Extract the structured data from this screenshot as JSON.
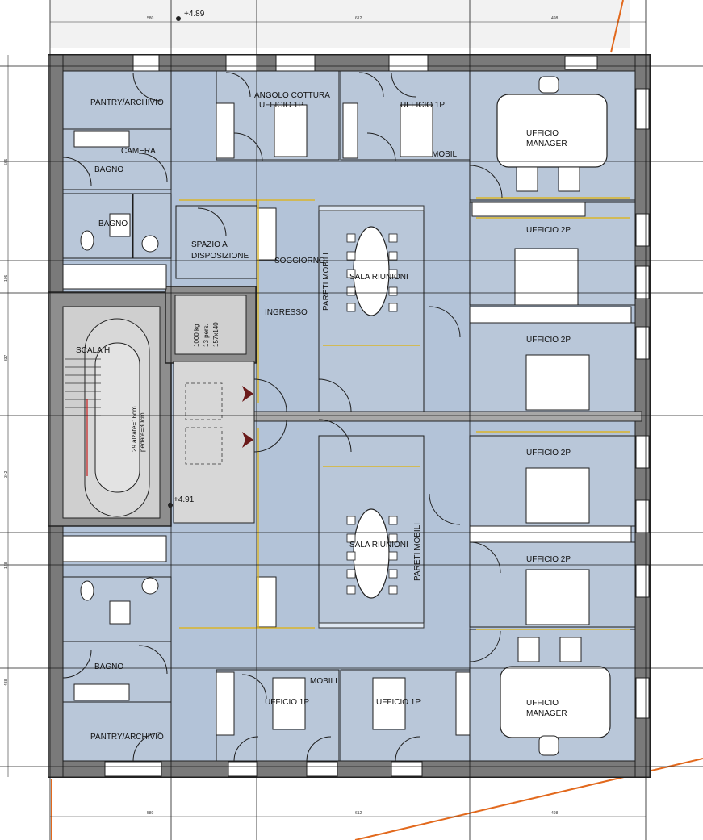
{
  "levels": {
    "top": "+4.89",
    "landing": "+4.91"
  },
  "dimensions": {
    "top": [
      "580",
      "612",
      "498"
    ],
    "bottom": [
      "580",
      "612",
      "498"
    ],
    "left": [
      "565",
      "105",
      "337",
      "342",
      "178",
      "488"
    ]
  },
  "rooms": {
    "pantry_top": "PANTRY/ARCHIVIO",
    "camera": "CAMERA",
    "bagno_top": "BAGNO",
    "bagno_small": "BAGNO",
    "spazio_1": "SPAZIO A",
    "spazio_2": "DISPOSIZIONE",
    "angolo_1": "ANGOLO COTTURA",
    "ufficio1p_top_a": "UFFICIO 1P",
    "ufficio1p_top_b": "UFFICIO 1P",
    "mobili_top": "MOBILI",
    "manager_top_1": "UFFICIO",
    "manager_top_2": "MANAGER",
    "soggiorno": "SOGGIORNO",
    "ingresso": "INGRESSO",
    "pareti_mobili_1": "PARETI MOBILI",
    "sala_riunioni_1": "SALA RIUNIONI",
    "ufficio2p_1": "UFFICIO 2P",
    "ufficio2p_2": "UFFICIO 2P",
    "scala": "SCALA H",
    "stairs_1": "29 alzate=16cm",
    "stairs_2": "pedate=30cm",
    "lift_1": "1000 kg",
    "lift_2": "13 pers.",
    "lift_3": "157x140",
    "ufficio2p_3": "UFFICIO 2P",
    "sala_riunioni_2": "SALA RIUNIONI",
    "pareti_mobili_2": "PARETI MOBILI",
    "ufficio2p_4": "UFFICIO 2P",
    "bagno_bottom": "BAGNO",
    "pantry_bottom": "PANTRY/ARCHIVIO",
    "mobili_bottom": "MOBILI",
    "ufficio1p_bottom_a": "UFFICIO 1P",
    "ufficio1p_bottom_b": "UFFICIO 1P",
    "manager_bottom_1": "UFFICIO",
    "manager_bottom_2": "MANAGER"
  },
  "colors": {
    "room_fill": "#b9c7d9",
    "wall": "#7a7a7a",
    "orange_line": "#e2691d",
    "yellow_line": "#d9b52b",
    "entry_arrow": "#6b1a1a"
  }
}
